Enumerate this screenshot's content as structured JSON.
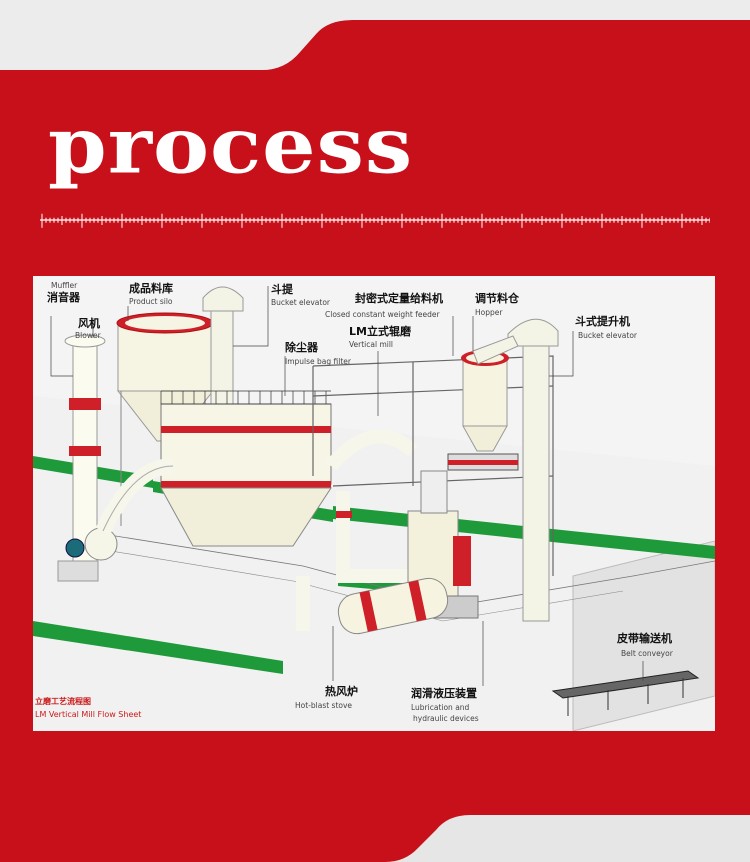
{
  "header": {
    "title": "process"
  },
  "colors": {
    "primary_red": "#c8101a",
    "accent_green": "#1f9a3a",
    "equipment_red": "#cf1f28"
  },
  "diagram": {
    "caption": {
      "cn": "立磨工艺流程图",
      "en": "LM Vertical Mill Flow Sheet"
    },
    "labels": {
      "muffler": {
        "en": "Muffler",
        "cn": "消音器"
      },
      "blower": {
        "cn": "风机",
        "en": "Blower"
      },
      "product_silo": {
        "cn": "成品料库",
        "en": "Product silo"
      },
      "bucket_elevator_1": {
        "cn": "斗提",
        "en": "Bucket elevator"
      },
      "feeder": {
        "cn": "封密式定量给料机",
        "en": "Closed constant weight feeder"
      },
      "vertical_mill": {
        "cn": "LM立式辊磨",
        "en": "Vertical mill"
      },
      "bag_filter": {
        "cn": "除尘器",
        "en": "Impulse bag filter"
      },
      "hopper": {
        "cn": "调节料仓",
        "en": "Hopper"
      },
      "bucket_elevator_2": {
        "cn": "斗式提升机",
        "en": "Bucket elevator"
      },
      "belt_conveyor": {
        "cn": "皮带输送机",
        "en": "Belt conveyor"
      },
      "hot_blast_stove": {
        "cn": "热风炉",
        "en": "Hot-blast stove"
      },
      "lubrication": {
        "cn": "润滑液压装置",
        "en1": "Lubrication and",
        "en2": "hydraulic devices"
      }
    }
  }
}
